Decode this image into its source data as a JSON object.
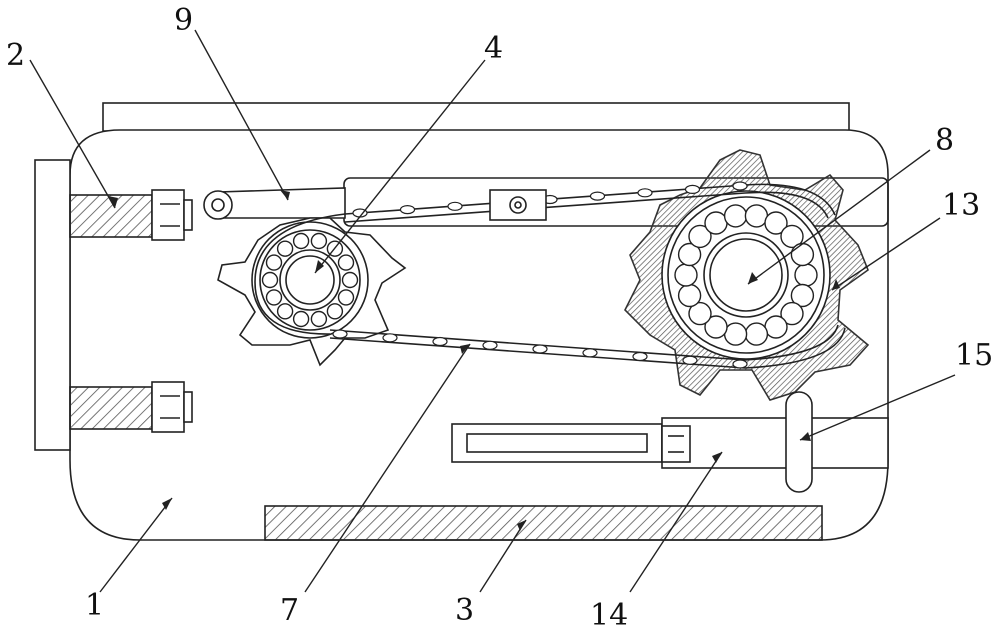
{
  "callouts": {
    "c1": "1",
    "c2": "2",
    "c3": "3",
    "c4": "4",
    "c7": "7",
    "c8": "8",
    "c9": "9",
    "c13": "13",
    "c14": "14",
    "c15": "15"
  },
  "colors": {
    "line": "#222222",
    "hatch": "#555555",
    "background": "#ffffff"
  }
}
